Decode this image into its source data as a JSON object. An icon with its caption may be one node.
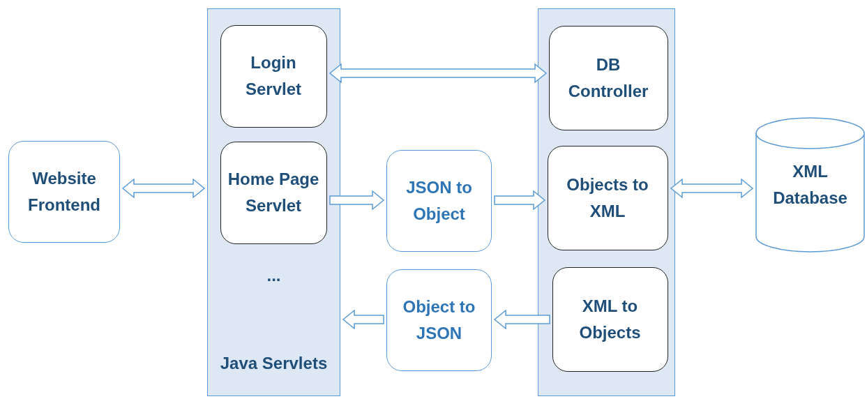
{
  "diagram": {
    "nodes": [
      {
        "text": [
          "Website Frontend"
        ]
      },
      {
        "text": [
          "...",
          "Java Servlets"
        ]
      },
      {
        "text": [
          "Login Servlet"
        ],
        "in": 1
      },
      {
        "text": [
          "Home Page Servlet"
        ],
        "in": 1
      },
      {
        "text": [
          "JSON to Object"
        ]
      },
      {
        "text": [
          "Object to JSON"
        ]
      },
      {
        "text": [],
        "shape": "box"
      },
      {
        "text": [
          "DB Controller"
        ],
        "in": 6
      },
      {
        "text": [
          "Objects to XML"
        ],
        "in": 6
      },
      {
        "text": [
          "XML to Objects"
        ],
        "in": 6
      },
      {
        "text": [
          "XML Database"
        ]
      }
    ],
    "edges": [
      {
        "from": 0,
        "to": 1,
        "arrow": "both"
      },
      {
        "from": 2,
        "to": 7,
        "arrow": "both"
      },
      {
        "from": 3,
        "to": 4,
        "arrow": "to"
      },
      {
        "from": 4,
        "to": 8,
        "arrow": "to"
      },
      {
        "from": 8,
        "to": 10,
        "arrow": "both"
      },
      {
        "from": 9,
        "to": 5,
        "arrow": "to"
      },
      {
        "from": 5,
        "to": 1,
        "arrow": "to"
      }
    ]
  }
}
